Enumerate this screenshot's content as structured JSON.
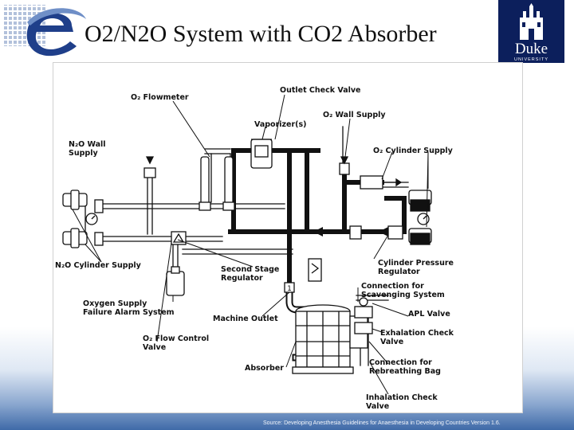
{
  "title": "O2/N2O System with CO2 Absorber",
  "logo_right": {
    "name": "Duke",
    "sub": "UNIVERSITY"
  },
  "labels": {
    "o2_flowmeter": "O₂ Flowmeter",
    "outlet_check_valve": "Outlet Check Valve",
    "vaporizers": "Vaporizer(s)",
    "o2_wall_supply": "O₂ Wall Supply",
    "n2o_wall_supply": "N₂O Wall\nSupply",
    "o2_cylinder_supply": "O₂ Cylinder Supply",
    "n2o_cylinder_supply": "N₂O Cylinder Supply",
    "second_stage_regulator": "Second Stage\nRegulator",
    "cylinder_pressure_regulator": "Cylinder Pressure\nRegulator",
    "connection_scavenging": "Connection for\nScavenging System",
    "oxygen_supply_failure": "Oxygen Supply\nFailure Alarm System",
    "machine_outlet": "Machine Outlet",
    "apl_valve": "APL Valve",
    "o2_flow_control": "O₂ Flow Control\nValve",
    "exhalation_check": "Exhalation Check\nValve",
    "absorber": "Absorber",
    "connection_rebreathing": "Connection for\nRebreathing Bag",
    "inhalation_check": "Inhalation Check\nValve"
  },
  "source": "Source: Developing Anesthesia Guidelines for Anaesthesia in Developing Countries Version 1.6."
}
